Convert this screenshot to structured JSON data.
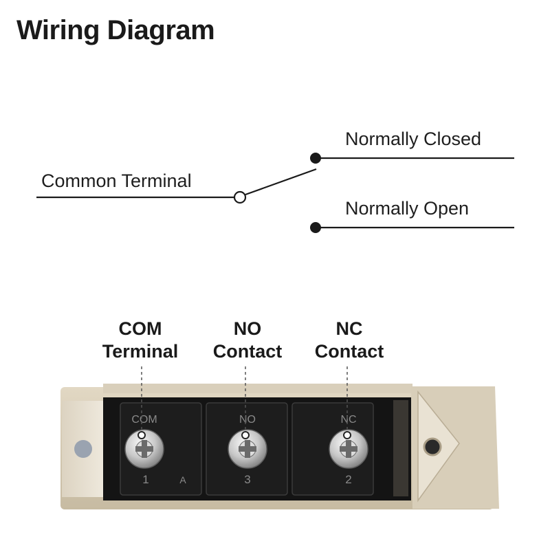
{
  "title": "Wiring Diagram",
  "schematic": {
    "common_label": "Common Terminal",
    "nc_label": "Normally Closed",
    "no_label": "Normally Open"
  },
  "callouts": {
    "com": [
      "COM",
      "Terminal"
    ],
    "no": [
      "NO",
      "Contact"
    ],
    "nc": [
      "NC",
      "Contact"
    ]
  },
  "terminal_block": {
    "slots": [
      {
        "marking": "COM",
        "number": "1"
      },
      {
        "marking": "NO",
        "number": "3"
      },
      {
        "marking": "NC",
        "number": "2"
      }
    ],
    "extra_marking": "A"
  },
  "colors": {
    "housing": "#d6cbb5",
    "terminal_body": "#1b1b1b",
    "line": "#1a1a1a"
  }
}
